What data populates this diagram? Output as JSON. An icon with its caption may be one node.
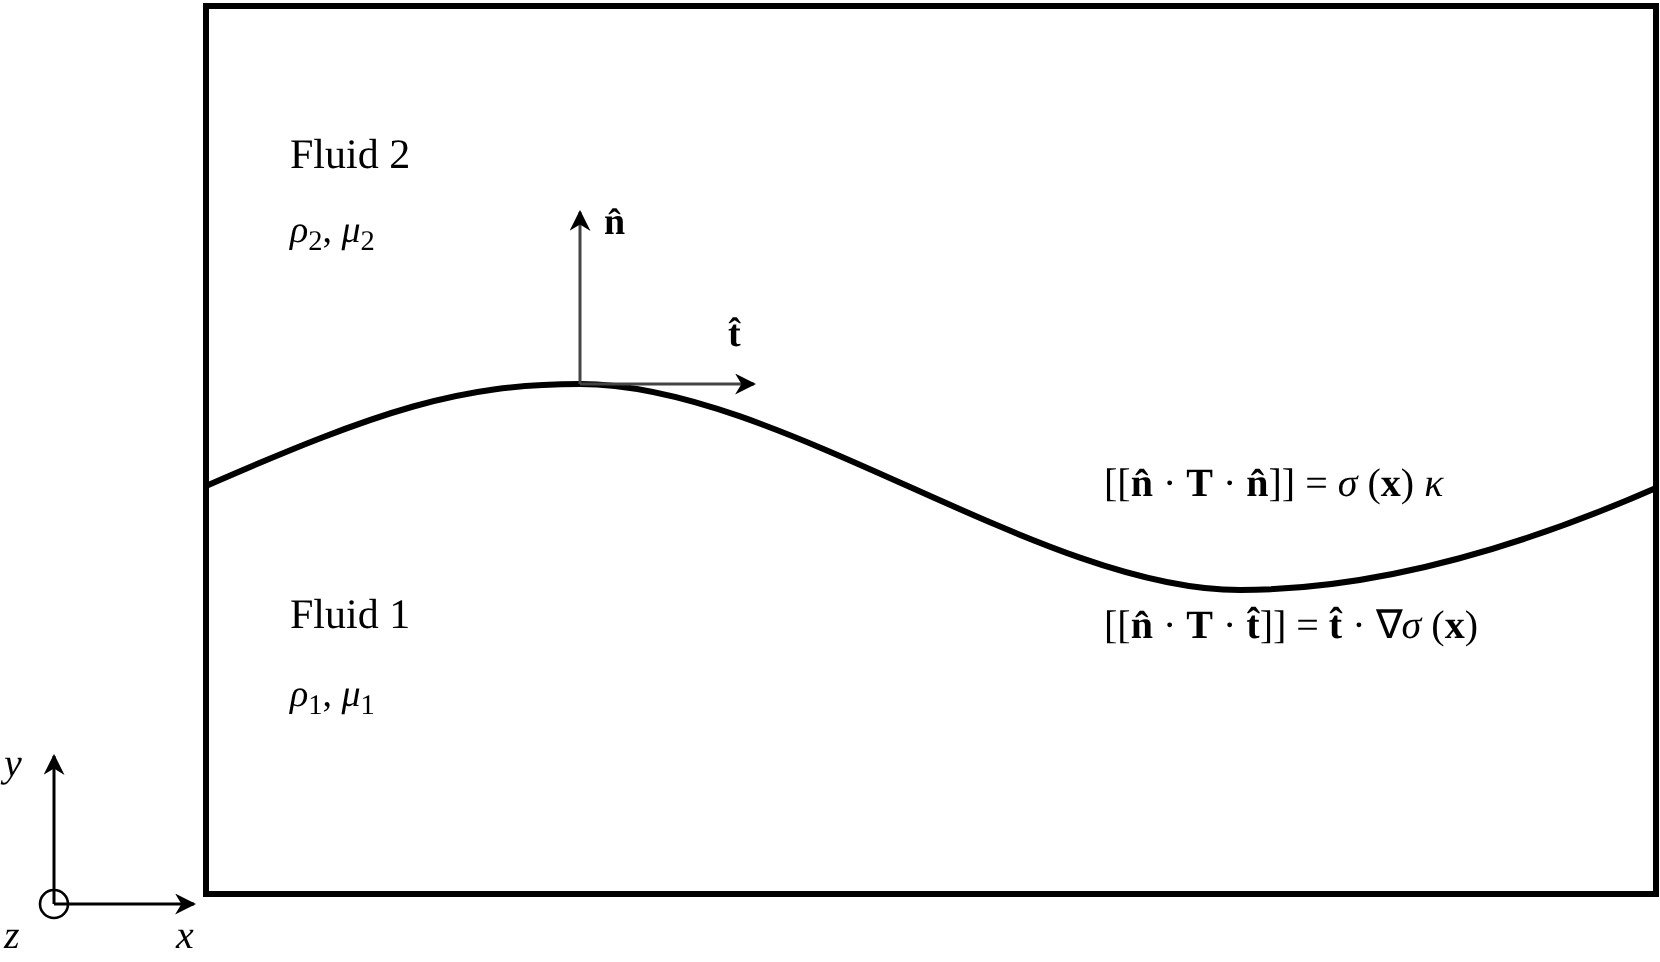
{
  "diagram": {
    "labels": [
      "Fluid 2",
      "*ρ*$_{2}$, *μ*$_{2}$",
      "**n̂**",
      "**t̂**",
      "[[**n̂** · **T** · **n̂**]] = *σ* (**x**) *κ*",
      "Fluid 1",
      "*ρ*$_{1}$, *μ*$_{1}$",
      "[[**n̂** · **T** · **t̂**]] = **t̂** · ∇*σ* (**x**)",
      "y",
      "z",
      "x"
    ]
  }
}
